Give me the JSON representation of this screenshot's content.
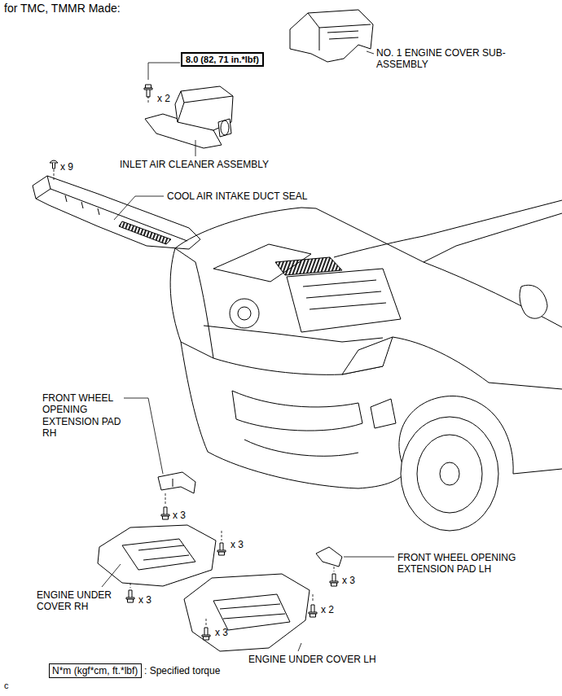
{
  "diagram": {
    "title": "for TMC, TMMR Made:",
    "nodes": [
      {
        "text": [
          "8.0 (82, 71 in.*lbf)"
        ]
      },
      {
        "text": [
          "N*m (kgf*cm, ft.*lbf)"
        ]
      }
    ],
    "labels": [
      "NO. 1 ENGINE COVER SUB-ASSEMBLY",
      "x 2",
      "INLET AIR CLEANER ASSEMBLY",
      "x 9",
      "COOL AIR INTAKE DUCT SEAL",
      "FRONT WHEEL OPENING EXTENSION PAD RH",
      "x 3",
      "x 3",
      "FRONT WHEEL OPENING EXTENSION PAD LH",
      "x 3",
      "ENGINE UNDER COVER RH",
      "x 3",
      "x 2",
      "x 3",
      "ENGINE UNDER COVER LH",
      ": Specified torque",
      "c"
    ]
  }
}
